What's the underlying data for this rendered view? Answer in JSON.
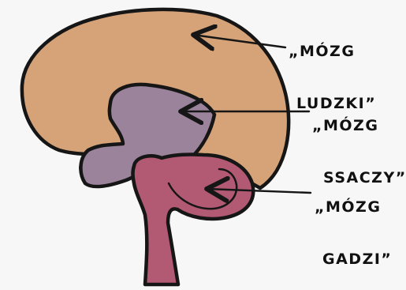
{
  "labels": {
    "human": {
      "line1": "„MÓZG",
      "line2": "LUDZKI”"
    },
    "mammal": {
      "line1": "„MÓZG",
      "line2": "SSACZY”"
    },
    "reptile": {
      "line1": "„MÓZG",
      "line2": "GADZI”"
    }
  },
  "colors": {
    "background": "#f7f7f7",
    "cortex": "#d6a278",
    "limbic": "#9b849b",
    "brainstem": "#b25a73",
    "outline": "#161616"
  }
}
